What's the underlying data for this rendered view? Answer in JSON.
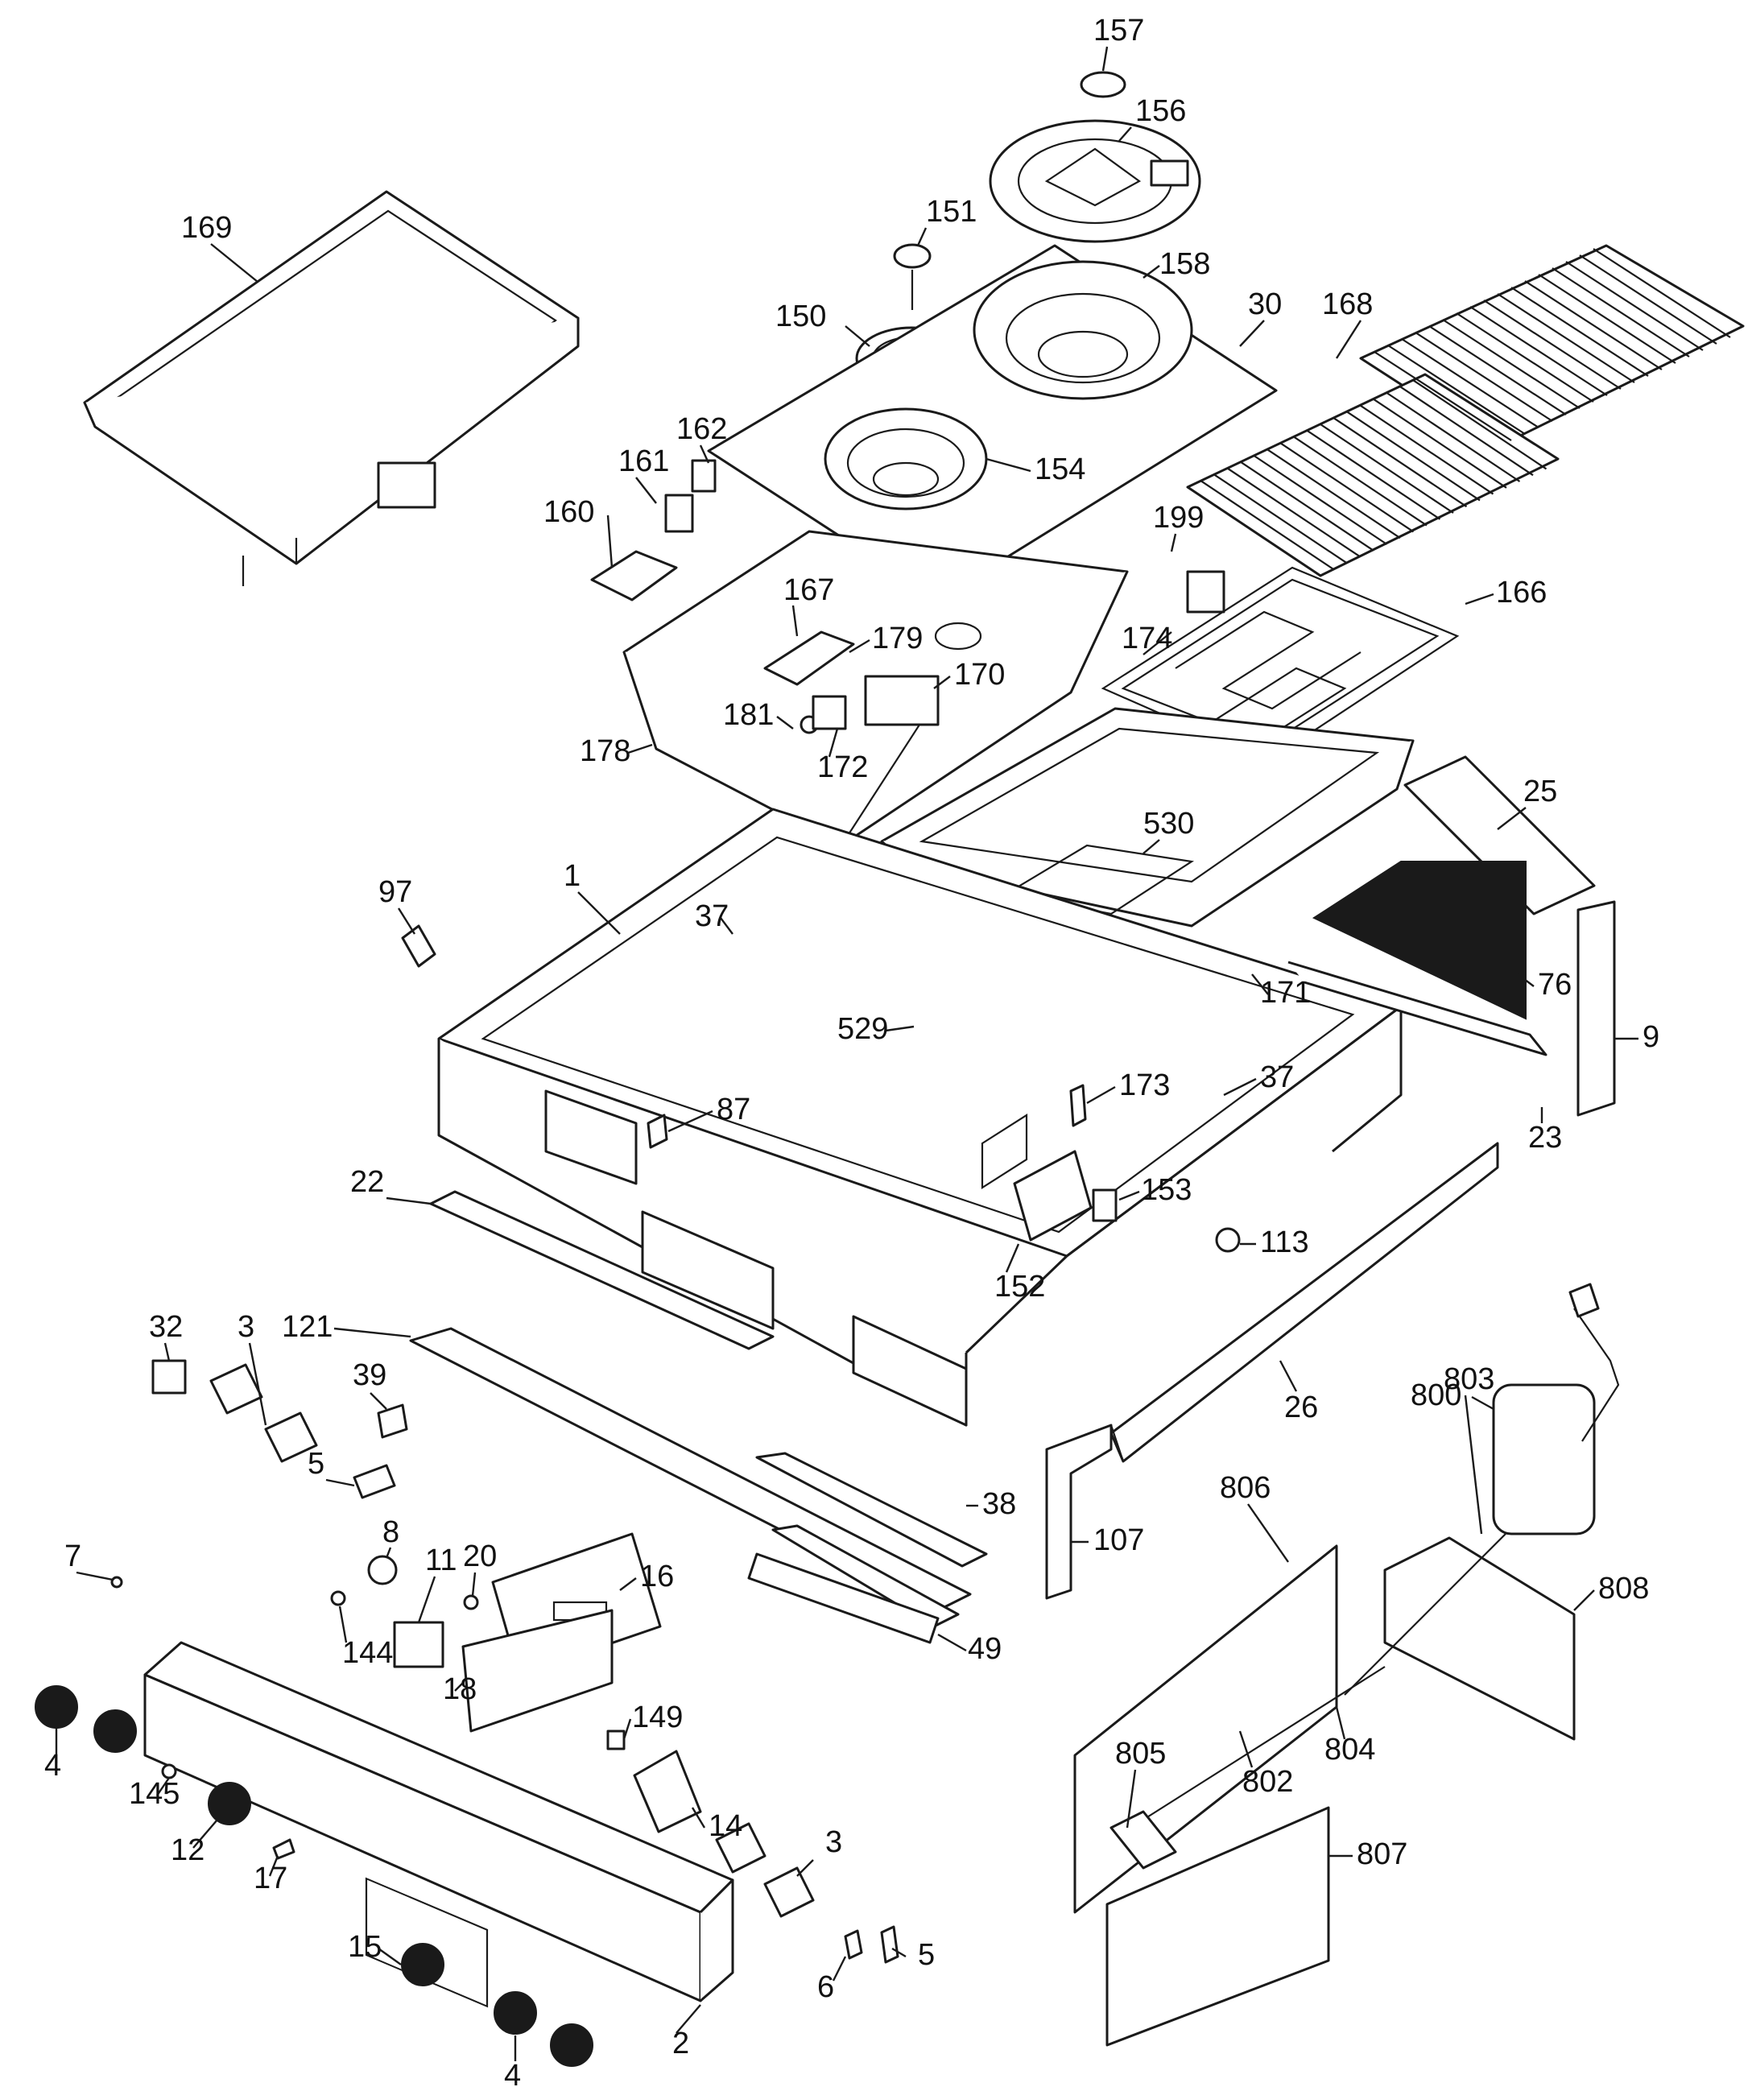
{
  "callouts": [
    "157",
    "156",
    "151",
    "158",
    "169",
    "150",
    "30",
    "168",
    "162",
    "154",
    "161",
    "160",
    "199",
    "167",
    "166",
    "179",
    "174",
    "170",
    "181",
    "172",
    "178",
    "25",
    "530",
    "97",
    "1",
    "37",
    "76",
    "171",
    "9",
    "529",
    "37",
    "87",
    "173",
    "23",
    "22",
    "153",
    "113",
    "152",
    "121",
    "26",
    "39",
    "800",
    "3",
    "32",
    "5",
    "803",
    "38",
    "806",
    "808",
    "107",
    "8",
    "11",
    "20",
    "16",
    "49",
    "7",
    "144",
    "18",
    "149",
    "805",
    "804",
    "4",
    "145",
    "14",
    "3",
    "802",
    "12",
    "17",
    "807",
    "15",
    "5",
    "6",
    "2",
    "4"
  ]
}
